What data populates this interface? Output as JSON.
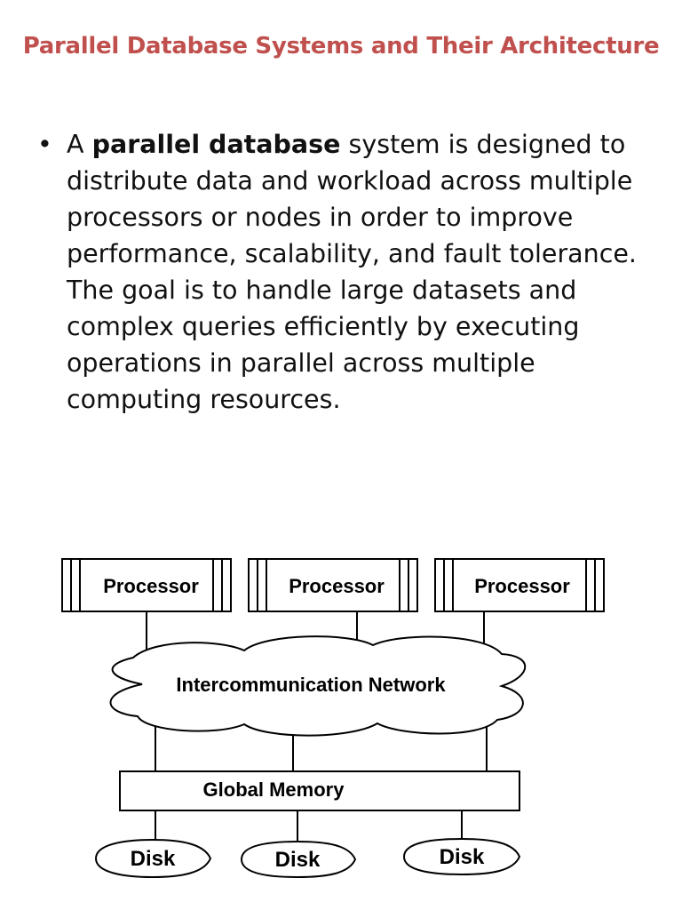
{
  "slide": {
    "title": "Parallel Database Systems and Their Architecture",
    "bullet": {
      "marker": "•",
      "text_before": "A ",
      "bold": "parallel database",
      "text_after": " system is designed to distribute data and workload across multiple processors or nodes in order to improve performance, scalability, and fault tolerance. The goal is to handle large datasets and complex queries efficiently by executing operations in parallel across multiple computing resources."
    }
  },
  "diagram": {
    "processors": [
      "Processor",
      "Processor",
      "Processor"
    ],
    "network_label": "Intercommunication Network",
    "memory_label": "Global Memory",
    "disks": [
      "Disk",
      "Disk",
      "Disk"
    ]
  }
}
